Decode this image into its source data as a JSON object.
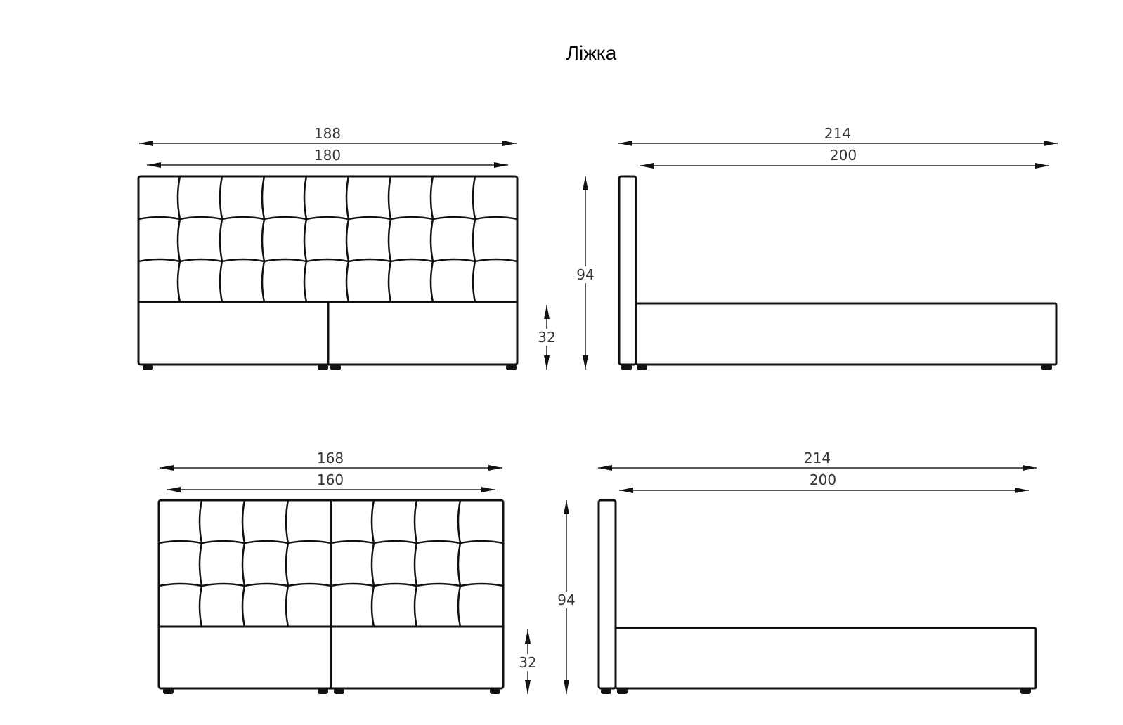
{
  "title": "Ліжка",
  "beds": [
    {
      "front": {
        "outer_width": "188",
        "inner_width": "180",
        "height": "94",
        "base_height": "32"
      },
      "side": {
        "outer_length": "214",
        "inner_length": "200"
      }
    },
    {
      "front": {
        "outer_width": "168",
        "inner_width": "160",
        "height": "94",
        "base_height": "32"
      },
      "side": {
        "outer_length": "214",
        "inner_length": "200"
      }
    }
  ]
}
